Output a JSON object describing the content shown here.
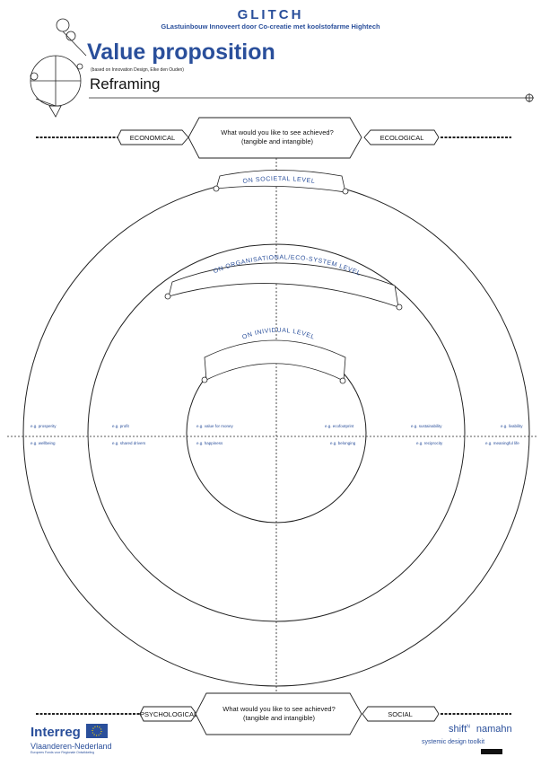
{
  "header": {
    "brand": "GLITCH",
    "tagline": "GLastuinbouw Innoveert door Co-creatie met koolstofarme Hightech",
    "title": "Value proposition",
    "subtitle": "(based on Innovation Design, Elke den Ouden)",
    "section": "Reframing"
  },
  "top_bar": {
    "left_label": "ECONOMICAL",
    "question": "What would you like to see achieved?",
    "question_sub": "(tangible and intangible)",
    "right_label": "ECOLOGICAL"
  },
  "bottom_bar": {
    "left_label": "PSYCHOLOGICAL",
    "question": "What would you like to see achieved?",
    "question_sub": "(tangible and intangible)",
    "right_label": "SOCIAL"
  },
  "levels": {
    "societal": "ON SOCIETAL LEVEL",
    "organisational": "ON ORGANISATIONAL/ECO-SYSTEM LEVEL",
    "individual": "ON INIVIDUAL LEVEL"
  },
  "examples": {
    "prosperity": "e.g. prosperity",
    "profit": "e.g. profit",
    "value_for_money": "e.g. value for money",
    "ecofootprint": "e.g. ecofootprint",
    "sustainability": "e.g. sustainability",
    "livability": "e.g. livability",
    "wellbeing": "e.g. wellbeing",
    "shared_drivers": "e.g. shared drivers",
    "happiness": "e.g. happiness",
    "belonging": "e.g. belonging",
    "reciprocity": "e.g. reciprocity",
    "meaningful_life": "e.g. meaningful life"
  },
  "footer": {
    "interreg": "Interreg",
    "region": "Vlaanderen-Nederland",
    "fund": "Europees Fonds voor Regionale Ontwikkeling",
    "shift": "shift",
    "namahn": "namahn",
    "toolkit": "systemic design toolkit"
  },
  "colors": {
    "brand_blue": "#2a4f9b",
    "line": "#222222"
  }
}
